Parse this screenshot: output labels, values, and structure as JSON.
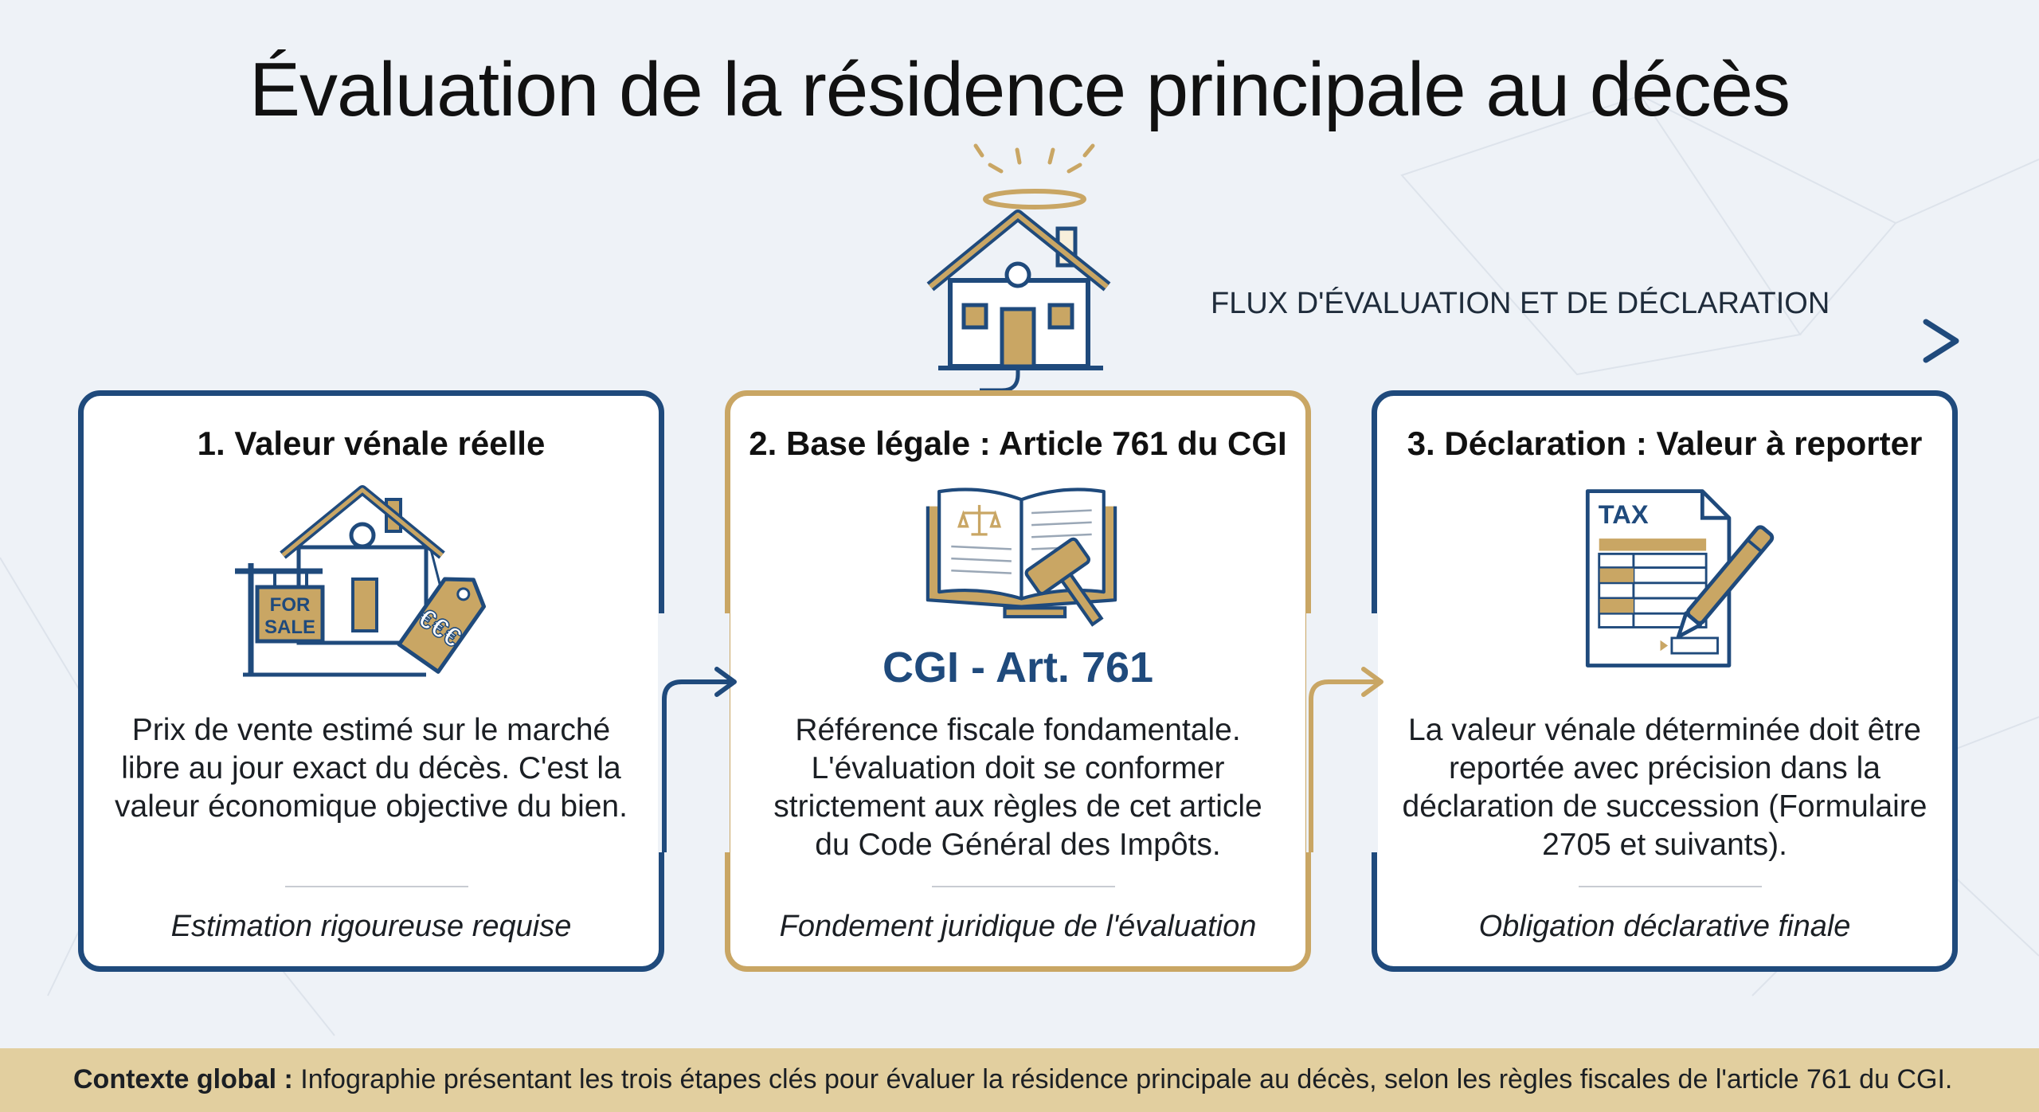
{
  "title": "Évaluation de la résidence principale au décès",
  "flow_label": "FLUX D'ÉVALUATION ET DE DÉCLARATION",
  "cards": [
    {
      "title": "1. Valeur vénale réelle",
      "sign_line1": "FOR",
      "sign_line2": "SALE",
      "tag_text": "€€€",
      "body": "Prix de vente estimé sur le marché libre au jour exact du décès. C'est la valeur économique objective du bien.",
      "foot": "Estimation rigoureuse requise"
    },
    {
      "title": "2. Base légale : Article 761 du CGI",
      "subtitle": "CGI - Art. 761",
      "body": "Référence fiscale fondamentale. L'évaluation doit se conformer strictement aux règles de cet article du Code Général des Impôts.",
      "foot": "Fondement juridique de l'évaluation"
    },
    {
      "title": "3. Déclaration : Valeur à reporter",
      "form_label": "TAX",
      "body": "La valeur vénale déterminée doit être reportée avec précision dans la déclaration de succession (Formulaire 2705 et suivants).",
      "foot": "Obligation déclarative finale"
    }
  ],
  "footer": {
    "label": "Contexte global :",
    "text": " Infographie présentant les trois étapes clés pour évaluer la résidence principale au décès, selon les règles fiscales de l'article 761 du CGI."
  },
  "colors": {
    "navy": "#1f4a7c",
    "gold": "#c9a664",
    "footer_band": "#e2cf9f",
    "background": "#eef2f7"
  },
  "icons": [
    "house-halo-icon",
    "house-for-sale-icon",
    "price-tag-icon",
    "law-book-gavel-icon",
    "tax-form-pen-icon",
    "arrow-right-icon"
  ]
}
